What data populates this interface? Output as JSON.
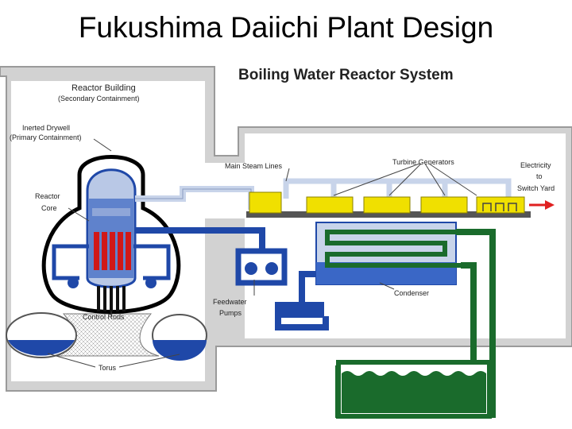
{
  "slide": {
    "title": "Fukushima Daiichi Plant Design"
  },
  "diagram": {
    "title": "Boiling Water Reactor System",
    "labels": {
      "reactor_building": "Reactor Building",
      "secondary_containment": "(Secondary Containment)",
      "inerted_drywell": "Inerted Drywell",
      "primary_containment": "(Primary Containment)",
      "reactor_core_1": "Reactor",
      "reactor_core_2": "Core",
      "control_rods": "Control Rods",
      "torus": "Torus",
      "main_steam_lines": "Main Steam Lines",
      "turbine_generators": "Turbine Generators",
      "electricity_1": "Electricity",
      "electricity_2": "to",
      "electricity_3": "Switch Yard",
      "condenser": "Condenser",
      "feedwater_1": "Feedwater",
      "feedwater_2": "Pumps"
    },
    "colors": {
      "water_blue": "#1f48a8",
      "steam": "#c8d4ea",
      "turbine_yellow": "#f0e000",
      "cooling_green": "#1a6b2c",
      "fuel_red": "#d01818",
      "arrow_red": "#e02020",
      "building_grey": "#cfcfcf"
    }
  }
}
